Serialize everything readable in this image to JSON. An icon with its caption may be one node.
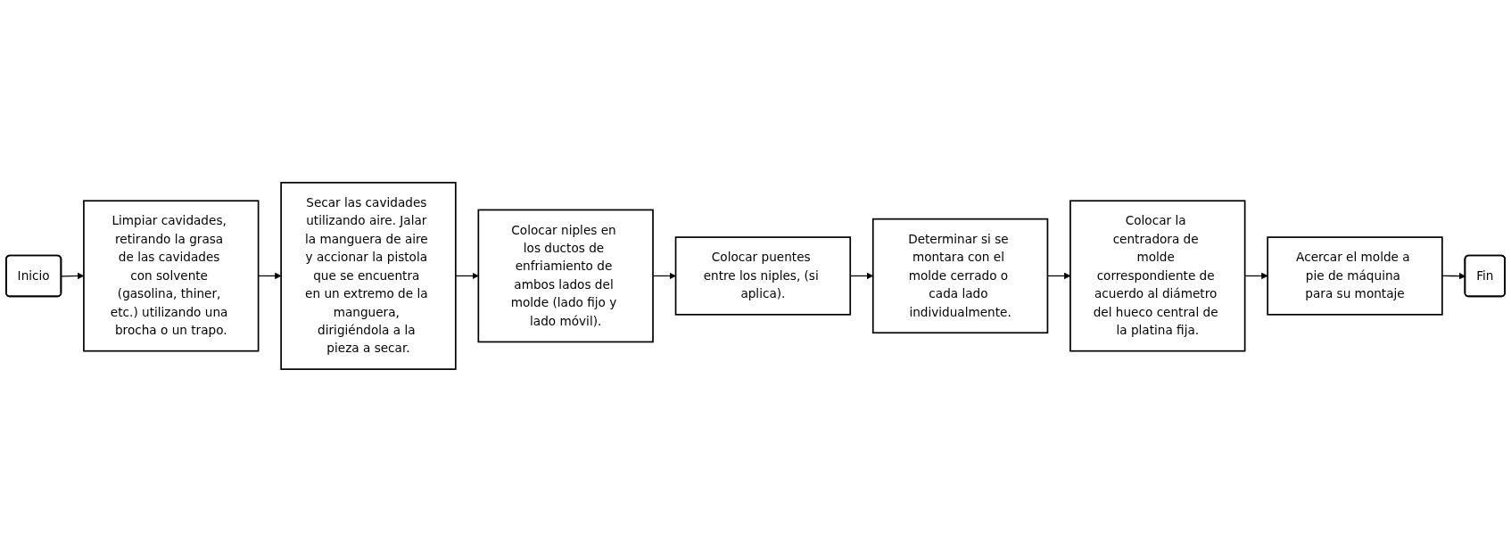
{
  "diagram": {
    "nodes": [
      {
        "text": [
          "Inicio"
        ]
      },
      {
        "text": [
          "Limpiar cavidades, retirando la grasa de las cavidades con solvente (gasolina, thiner, etc.) utilizando una brocha o un trapo."
        ]
      },
      {
        "text": [
          "Secar las cavidades utilizando aire. Jalar la manguera de aire y accionar la pistola que se encuentra en un extremo de la manguera, dirigiéndola a la pieza a secar."
        ]
      },
      {
        "text": [
          "Colocar niples en los ductos de enfriamiento de ambos lados del molde (lado fijo y lado móvil)."
        ]
      },
      {
        "text": [
          "Colocar puentes entre los niples, (si aplica)."
        ]
      },
      {
        "text": [
          "Determinar si se montara con el molde cerrado o cada lado individualmente."
        ]
      },
      {
        "text": [
          "Colocar la centradora de molde correspondiente de acuerdo al diámetro del hueco central de la platina fija."
        ]
      },
      {
        "text": [
          "Acercar el molde a pie de máquina para su montaje"
        ]
      },
      {
        "text": [
          "Fin"
        ]
      }
    ],
    "edges": [
      {
        "from": 0,
        "to": 1,
        "arrow": "to"
      },
      {
        "from": 1,
        "to": 2,
        "arrow": "to"
      },
      {
        "from": 2,
        "to": 3,
        "arrow": "to"
      },
      {
        "from": 3,
        "to": 4,
        "arrow": "to"
      },
      {
        "from": 4,
        "to": 5,
        "arrow": "to"
      },
      {
        "from": 5,
        "to": 6,
        "arrow": "to"
      },
      {
        "from": 6,
        "to": 7,
        "arrow": "to"
      },
      {
        "from": 7,
        "to": 8,
        "arrow": "to"
      }
    ]
  }
}
